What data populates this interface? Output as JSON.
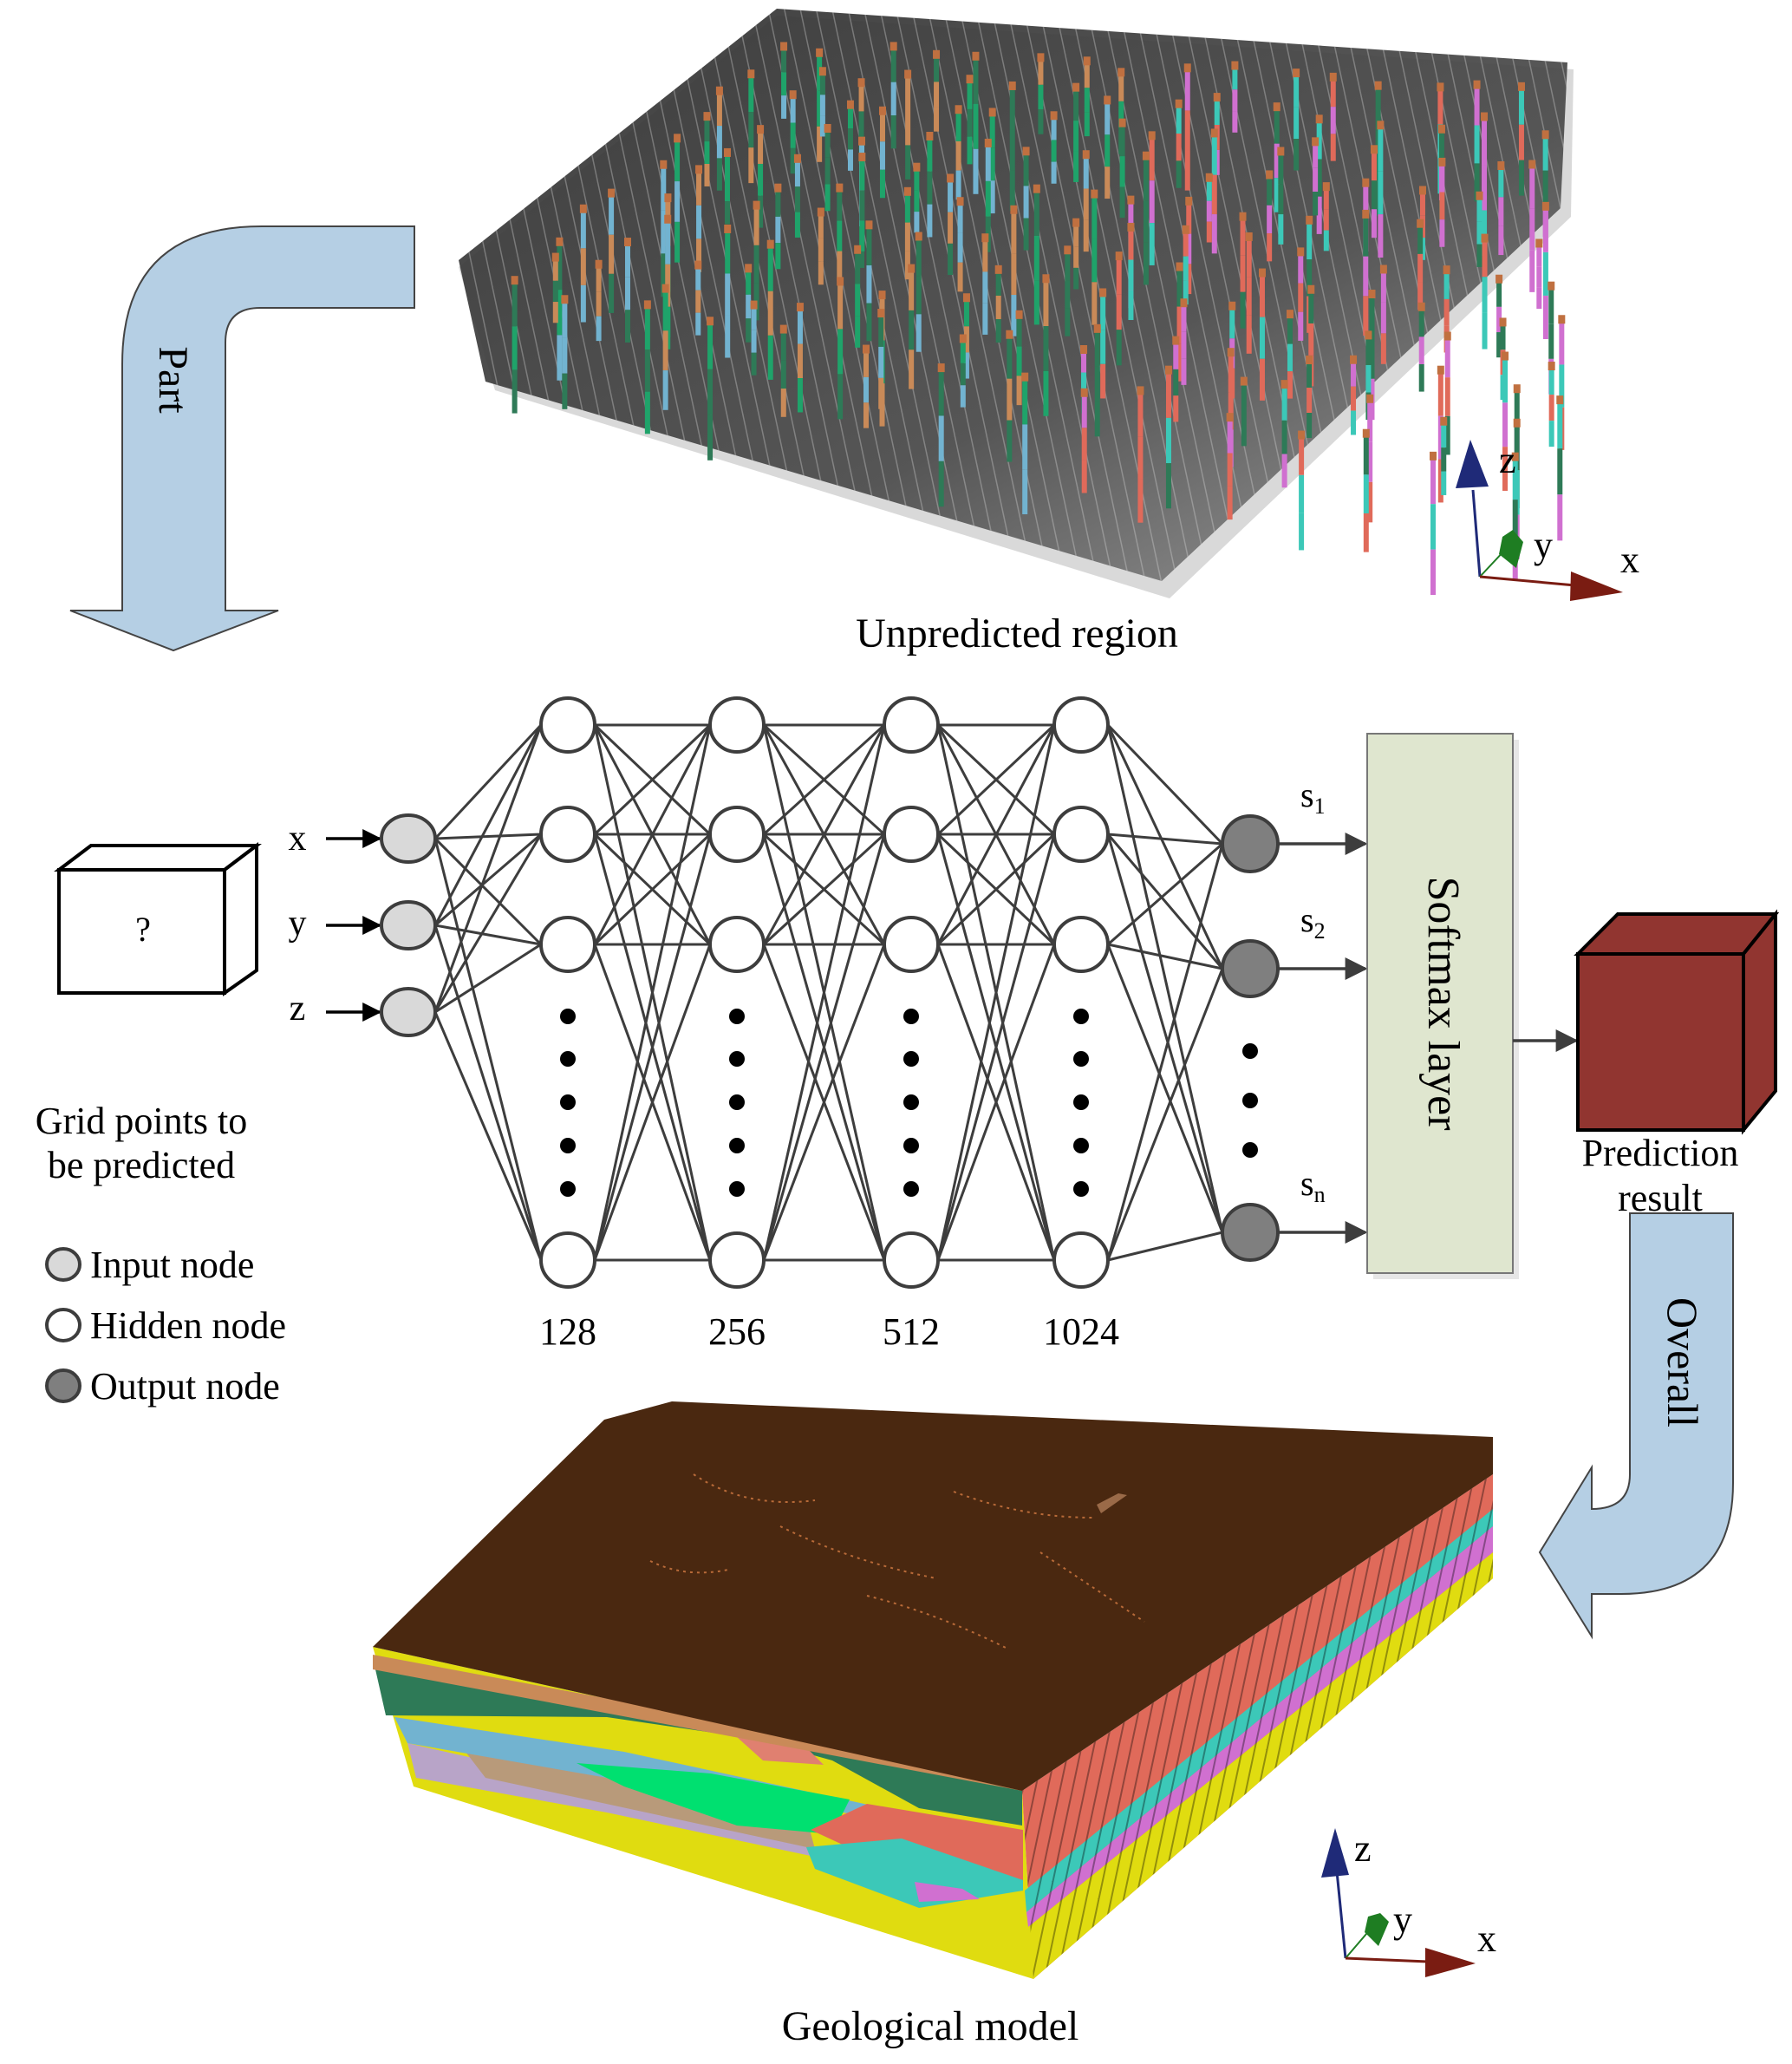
{
  "figure": {
    "top_caption": "Unpredicted region",
    "bottom_caption": "Geological model",
    "part_arrow_label": "Part",
    "overall_arrow_label": "Overall"
  },
  "input_block": {
    "cube_symbol": "?",
    "caption_line1": "Grid points to",
    "caption_line2": "be predicted",
    "inputs": [
      "x",
      "y",
      "z"
    ]
  },
  "network": {
    "hidden_layers": [
      {
        "label": "128"
      },
      {
        "label": "256"
      },
      {
        "label": "512"
      },
      {
        "label": "1024"
      }
    ],
    "outputs": [
      {
        "label": "s",
        "sub": "1"
      },
      {
        "label": "s",
        "sub": "2"
      },
      {
        "label": "s",
        "sub": "n"
      }
    ],
    "softmax_label": "Softmax layer"
  },
  "result": {
    "caption_line1": "Prediction",
    "caption_line2": "result"
  },
  "legend": [
    {
      "label": "Input node",
      "kind": "input"
    },
    {
      "label": "Hidden node",
      "kind": "hidden"
    },
    {
      "label": "Output node",
      "kind": "output"
    }
  ],
  "axes": {
    "x": "x",
    "y": "y",
    "z": "z"
  },
  "colors": {
    "flow_arrow": "#b5cfe4",
    "softmax_fill": "#dfe6cf",
    "prediction_cube": "#913530",
    "input_node": "#d9d9d9",
    "output_node": "#7f7f7f",
    "axis_z": "#1f2a78",
    "axis_y": "#1e7d22",
    "axis_x": "#7a1c12",
    "geo_top": "#4a2810",
    "geo_layers": [
      "#c98a58",
      "#2e7a57",
      "#72b3d0",
      "#b89a7a",
      "#00e070",
      "#e06a5a",
      "#3cc8b8",
      "#d070d0",
      "#e0dc10"
    ]
  }
}
